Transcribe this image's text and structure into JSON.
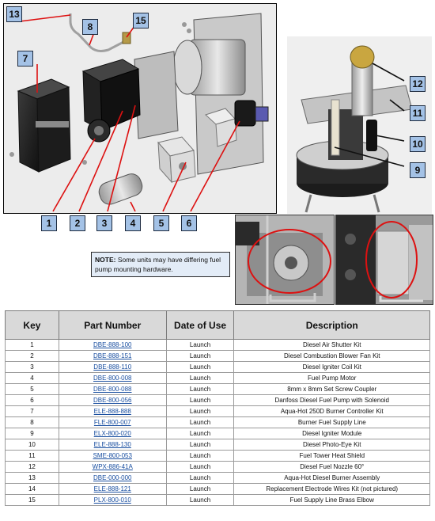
{
  "callouts": {
    "c1": "1",
    "c2": "2",
    "c3": "3",
    "c4": "4",
    "c5": "5",
    "c6": "6",
    "c7": "7",
    "c8": "8",
    "c9": "9",
    "c10": "10",
    "c11": "11",
    "c12": "12",
    "c13": "13",
    "c15": "15"
  },
  "note": {
    "label": "NOTE:",
    "text": " Some units may have differing fuel pump mounting hardware."
  },
  "table": {
    "headers": {
      "key": "Key",
      "part": "Part Number",
      "date": "Date of Use",
      "desc": "Description"
    },
    "rows": [
      {
        "key": "1",
        "part": "DBE-888-100",
        "date": "Launch",
        "desc": "Diesel Air Shutter Kit"
      },
      {
        "key": "2",
        "part": "DBE-888-151",
        "date": "Launch",
        "desc": "Diesel Combustion Blower Fan Kit"
      },
      {
        "key": "3",
        "part": "DBE-888-110",
        "date": "Launch",
        "desc": "Diesel Igniter Coil Kit"
      },
      {
        "key": "4",
        "part": "DBE-800-008",
        "date": "Launch",
        "desc": "Fuel Pump Motor"
      },
      {
        "key": "5",
        "part": "DBE-800-088",
        "date": "Launch",
        "desc": "8mm x 8mm Set Screw Coupler"
      },
      {
        "key": "6",
        "part": "DBE-800-056",
        "date": "Launch",
        "desc": "Danfoss Diesel Fuel Pump with Solenoid"
      },
      {
        "key": "7",
        "part": "ELE-888-888",
        "date": "Launch",
        "desc": "Aqua-Hot 250D Burner Controller Kit"
      },
      {
        "key": "8",
        "part": "FLE-800-007",
        "date": "Launch",
        "desc": "Burner Fuel Supply Line"
      },
      {
        "key": "9",
        "part": "ELX-800-020",
        "date": "Launch",
        "desc": "Diesel Igniter Module"
      },
      {
        "key": "10",
        "part": "ELE-888-130",
        "date": "Launch",
        "desc": "Diesel Photo-Eye Kit"
      },
      {
        "key": "11",
        "part": "SME-800-053",
        "date": "Launch",
        "desc": "Fuel Tower Heat Shield"
      },
      {
        "key": "12",
        "part": "WPX-886-41A",
        "date": "Launch",
        "desc": "Diesel Fuel Nozzle 60°"
      },
      {
        "key": "13",
        "part": "DBE-000-000",
        "date": "Launch",
        "desc": "Aqua-Hot Diesel Burner Assembly"
      },
      {
        "key": "14",
        "part": "ELE-888-121",
        "date": "Launch",
        "desc": "Replacement Electrode Wires Kit (not pictured)"
      },
      {
        "key": "15",
        "part": "PLX-800-010",
        "date": "Launch",
        "desc": "Fuel Supply Line Brass Elbow"
      }
    ]
  }
}
